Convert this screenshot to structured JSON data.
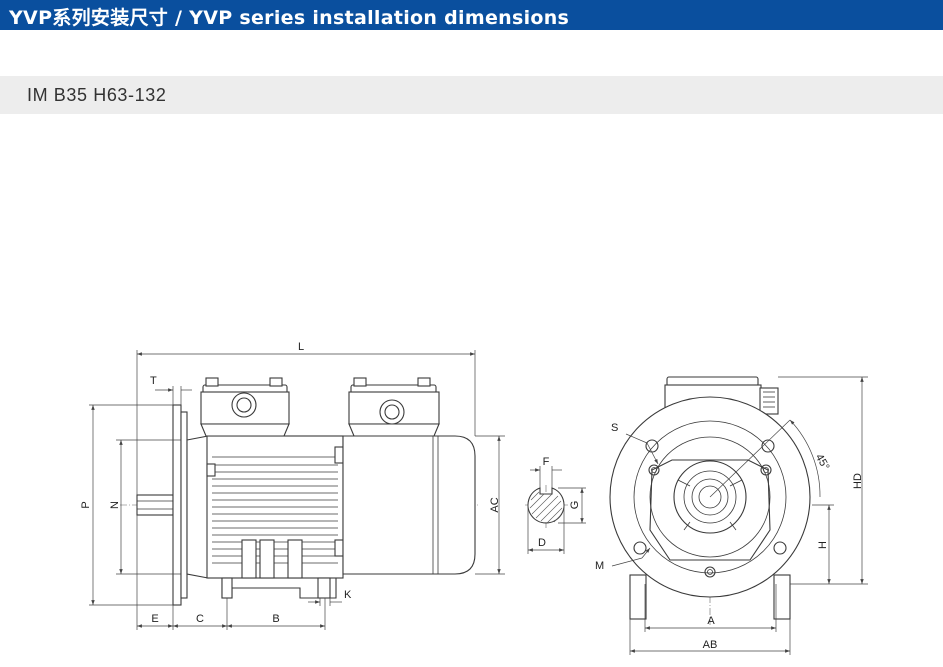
{
  "header": {
    "title": "YVP系列安装尺寸 / YVP series installation dimensions",
    "background_color": "#0a4f9e"
  },
  "subheader": {
    "model": "IM B35 H63-132"
  },
  "side_view": {
    "labels": {
      "L": "L",
      "T": "T",
      "P": "P",
      "N": "N",
      "AC": "AC",
      "E": "E",
      "C": "C",
      "B": "B",
      "K": "K"
    }
  },
  "shaft_section": {
    "labels": {
      "F": "F",
      "G": "G",
      "D": "D"
    }
  },
  "end_view": {
    "labels": {
      "S": "S",
      "M": "M",
      "angle": "45°",
      "HD": "HD",
      "H": "H",
      "A": "A",
      "AB": "AB"
    }
  }
}
